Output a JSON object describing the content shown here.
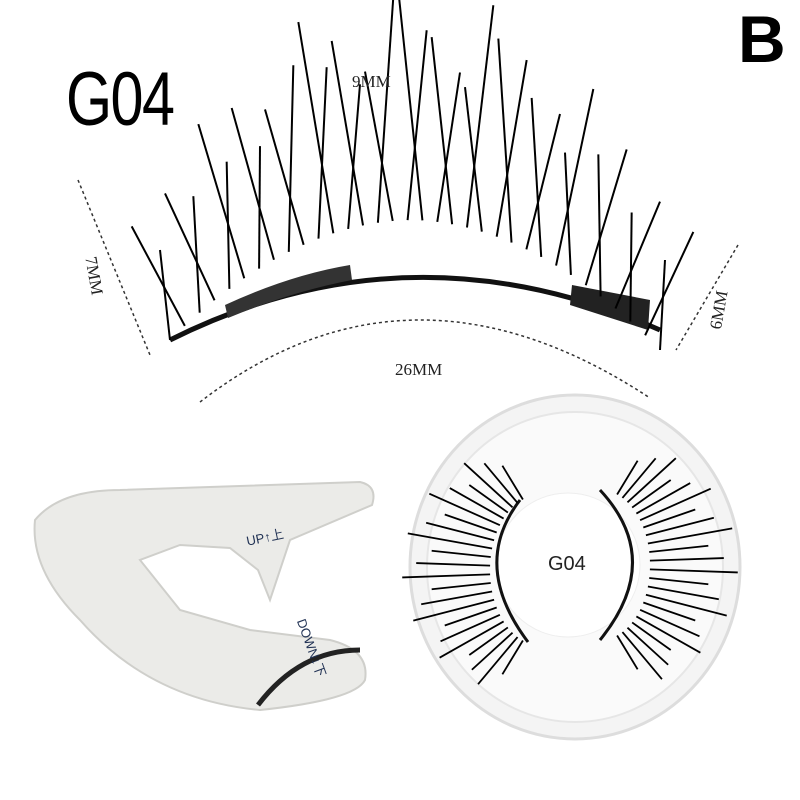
{
  "badge_letter": "B",
  "model_code": "G04",
  "dimensions": {
    "top": "9MM",
    "left": "7MM",
    "right": "6MM",
    "width": "26MM"
  },
  "applicator": {
    "up_label": "UP↑上",
    "down_label": "DOWN↓下"
  },
  "case_label": "G04"
}
